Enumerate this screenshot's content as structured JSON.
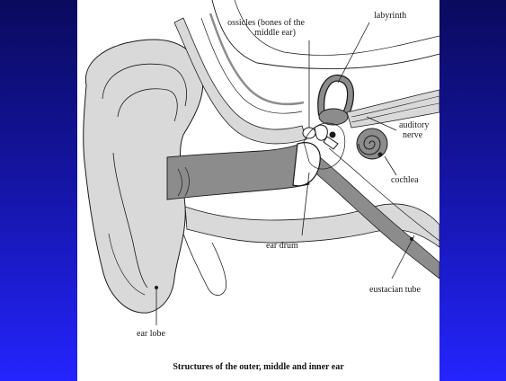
{
  "diagram": {
    "caption": "Structures of the outer, middle and inner ear",
    "labels": {
      "ossicles_line1": "ossicles (bones of the",
      "ossicles_line2": "middle ear)",
      "labyrinth": "labyrinth",
      "auditory_line1": "auditory",
      "auditory_line2": "nerve",
      "cochlea": "cochlea",
      "ear_drum": "ear drum",
      "eustacian_tube": "eustacian tube",
      "ear_lobe": "ear lobe"
    }
  },
  "colors": {
    "background_top": "#0a0a5e",
    "background_bottom": "#2424ff",
    "panel": "#ffffff",
    "tissue_light": "#d9d9d9",
    "tissue_dark": "#8c8c8c",
    "outline": "#1a1a1a"
  }
}
